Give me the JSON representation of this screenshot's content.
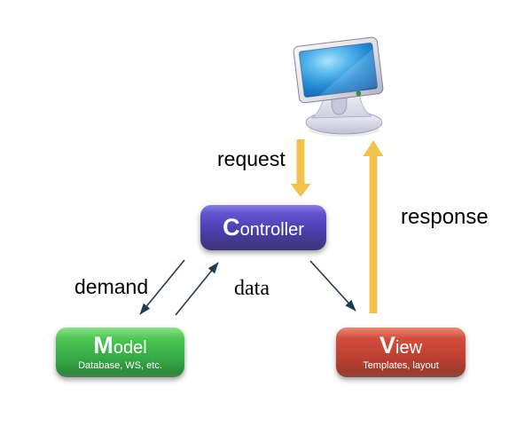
{
  "diagram": {
    "background": "#ffffff",
    "monitor_icon": "computer-monitor-icon",
    "arrow_labels": {
      "request": "request",
      "response": "response",
      "demand": "demand",
      "data": "data"
    },
    "nodes": {
      "controller": {
        "initial": "C",
        "rest": "ontroller"
      },
      "model": {
        "initial": "M",
        "rest": "odel",
        "subtitle": "Database, WS, etc."
      },
      "view": {
        "initial": "V",
        "rest": "iew",
        "subtitle": "Templates, layout"
      }
    },
    "arrows": {
      "request": {
        "from": "browser-monitor",
        "to": "controller",
        "style": "thick",
        "color": "#f2c24f"
      },
      "response": {
        "from": "view",
        "to": "browser-monitor",
        "style": "thick",
        "color": "#f2c24f"
      },
      "demand": {
        "between": [
          "controller",
          "model"
        ],
        "style": "thin-double",
        "color": "#1f3d52"
      },
      "data": {
        "from": "controller",
        "to": "view",
        "style": "thin",
        "color": "#1f3d52"
      }
    },
    "colors": {
      "controller_gradient_top": "#8b82e4",
      "controller_gradient_bottom": "#3e3476",
      "model_gradient_top": "#8ee287",
      "model_gradient_bottom": "#2c8c3a",
      "view_gradient_top": "#e98a74",
      "view_gradient_bottom": "#9e3a2d",
      "highlight_arrow": "#f2c24f",
      "thin_arrow": "#1f3d52",
      "label_text": "#000000",
      "node_text": "#ffffff",
      "screen_blue": "#2389d4",
      "power_led": "#2ea043"
    }
  }
}
